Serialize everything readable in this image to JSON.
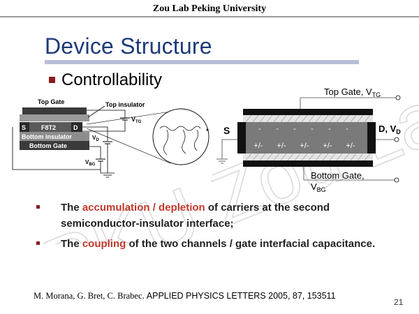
{
  "header": {
    "institution": "Zou Lab Peking University"
  },
  "slide": {
    "title": "Device Structure",
    "subtitle": "Controllability",
    "page_number": "21"
  },
  "watermark": {
    "text": "PKU Zou Lab"
  },
  "left_figure": {
    "top_gate": "Top Gate",
    "top_insulator": "Top insulator",
    "s": "S",
    "semiconductor": "F8T2",
    "d": "D",
    "bottom_insulator": "Bottom insulator",
    "bottom_gate": "Bottom Gate",
    "v_tg": "V",
    "v_tg_sub": "TG",
    "v_d": "V",
    "v_d_sub": "D",
    "v_bg": "V",
    "v_bg_sub": "BG"
  },
  "right_figure": {
    "top_gate": "Top Gate,  V",
    "top_gate_sub": "TG",
    "source": "S",
    "drain": "D,  V",
    "drain_sub": "D",
    "bottom_gate": "Bottom Gate,",
    "bottom_gate_v": "V",
    "bottom_gate_sub": "BG",
    "minus": "-",
    "pm": "+/-"
  },
  "paragraphs": [
    {
      "pre": "The ",
      "highlight": "accumulation / depletion",
      "post": " of carriers at the second semiconductor-insulator interface;"
    },
    {
      "pre": " The ",
      "highlight": "coupling",
      "post": " of the two channels / gate interfacial capacitance."
    }
  ],
  "citation": {
    "authors": "M. Morana, G. Bret, C. Brabec",
    "journal": ". APPLIED PHYSICS LETTERS 2005, 87, 153511"
  },
  "colors": {
    "title": "#1d3a78",
    "highlight": "#c0392b",
    "bullet": "#8a1d1d"
  }
}
